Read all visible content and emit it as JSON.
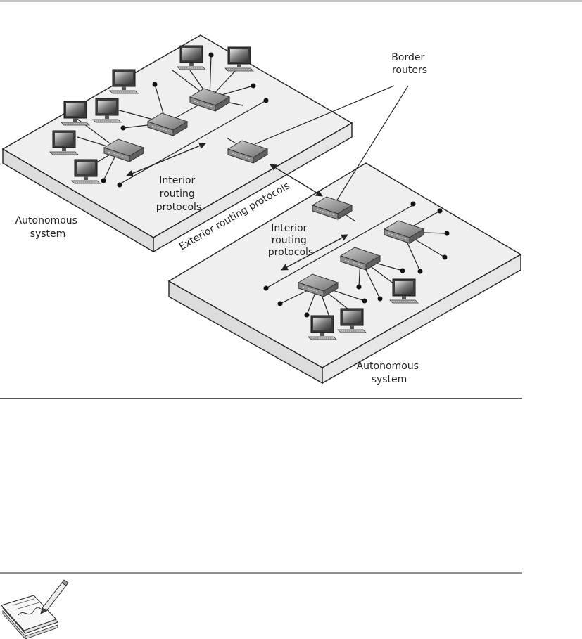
{
  "figure": {
    "labels": {
      "border_routers": [
        "Border",
        "routers"
      ],
      "interior_left": [
        "Interior",
        "routing",
        "protocols"
      ],
      "interior_right": [
        "Interior",
        "routing",
        "protocols"
      ],
      "exterior": "Exterior routing protocols",
      "as_left": [
        "Autonomous",
        "system"
      ],
      "as_right": [
        "Autonomous",
        "system"
      ]
    },
    "icons": {
      "note": "notepad-pencil-icon",
      "router": "router-icon",
      "computer": "computer-icon"
    },
    "colors": {
      "platform_top": "#efefef",
      "platform_side": "#dcdcdc",
      "line": "#222222",
      "router_dark": "#555555",
      "router_light": "#bdbdbd"
    }
  }
}
